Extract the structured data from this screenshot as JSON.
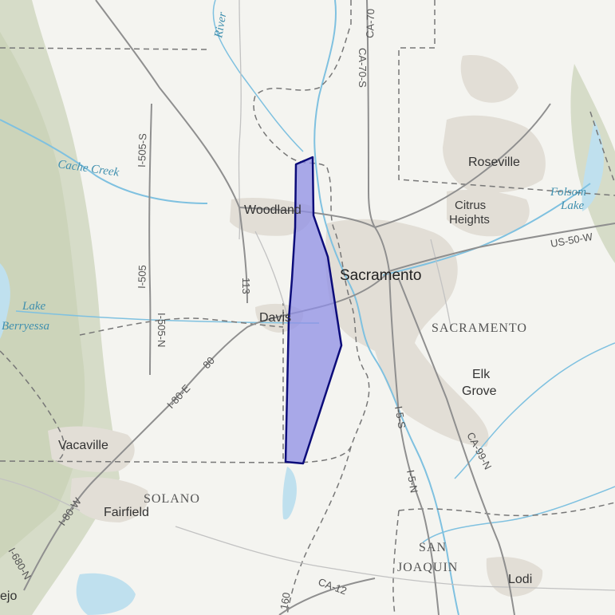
{
  "colors": {
    "land": "#f4f4f0",
    "urban": "#e2ded6",
    "hills": "#cfd7bf",
    "water": "#c3e4f2",
    "river_line": "#7fc1e0",
    "highway": "#8a8a8a",
    "road": "#b5b5b5",
    "boundary": "#777777",
    "highlight_fill": "#8f8fe6",
    "highlight_stroke": "#0c0c7a"
  },
  "cities": {
    "roseville": "Roseville",
    "citrus": "Citrus",
    "heights": "Heights",
    "woodland": "Woodland",
    "sacramento": "Sacramento",
    "davis": "Davis",
    "elk": "Elk",
    "grove": "Grove",
    "vacaville": "Vacaville",
    "fairfield": "Fairfield",
    "lodi": "Lodi",
    "vallejo_partial": "ejo"
  },
  "counties": {
    "sacramento": "SACRAMENTO",
    "solano": "SOLANO",
    "san": "SAN",
    "joaquin": "JOAQUIN"
  },
  "water": {
    "cache_creek": "Cache Creek",
    "lake": "Lake",
    "berryessa": "Berryessa",
    "folsom": "Folsom",
    "folsom_lake": "Lake",
    "river": "River"
  },
  "highways": {
    "i505s": "I-505-S",
    "i505": "I-505",
    "i505n": "I-505-N",
    "r113": "113",
    "i80e": "I-80-E",
    "i80": "80",
    "i80w": "I-80-W",
    "i680n": "I-680-N",
    "ca70": "CA-70",
    "ca70s": "CA-70-S",
    "us50w": "US-50-W",
    "i5s": "I-5-S",
    "i5n": "I-5-N",
    "ca99n": "CA-99-N",
    "ca12": "CA-12",
    "r160": "160"
  }
}
